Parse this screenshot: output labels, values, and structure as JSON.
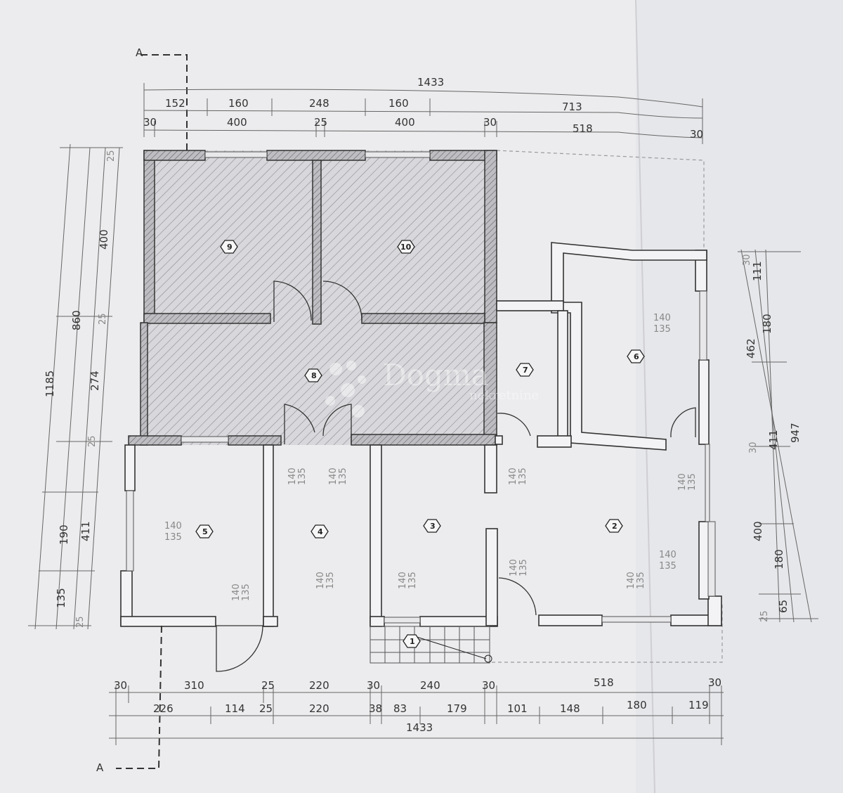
{
  "section": {
    "label": "A"
  },
  "top_dims": {
    "overall": "1433",
    "row1": [
      "152",
      "160",
      "248",
      "160",
      "713"
    ],
    "row2": [
      "30",
      "400",
      "25",
      "400",
      "30",
      "518",
      "30"
    ]
  },
  "bottom_dims": {
    "row1": [
      "30",
      "310",
      "25",
      "220",
      "30",
      "240",
      "30",
      "518",
      "30"
    ],
    "row2": [
      "226",
      "114",
      "25",
      "220",
      "38",
      "83",
      "179",
      "101",
      "148",
      "180",
      "119"
    ],
    "overall": "1433"
  },
  "left_dims": {
    "overall": "1185",
    "col2": [
      "860",
      "190",
      "135"
    ],
    "col3": [
      "400",
      "274",
      "411"
    ],
    "col4": [
      "25",
      "25",
      "25",
      "25"
    ]
  },
  "right_dims": {
    "overall": "947",
    "col2": [
      "462",
      "400"
    ],
    "col3": [
      "30",
      "111",
      "180",
      "30",
      "411",
      "180",
      "65",
      "25"
    ]
  },
  "rooms": [
    "1",
    "2",
    "3",
    "4",
    "5",
    "6",
    "7",
    "8",
    "9",
    "10"
  ],
  "openings": {
    "top": "140",
    "bottom": "135"
  },
  "watermark": {
    "brand": "Dogma",
    "sub": "nekretnine"
  }
}
